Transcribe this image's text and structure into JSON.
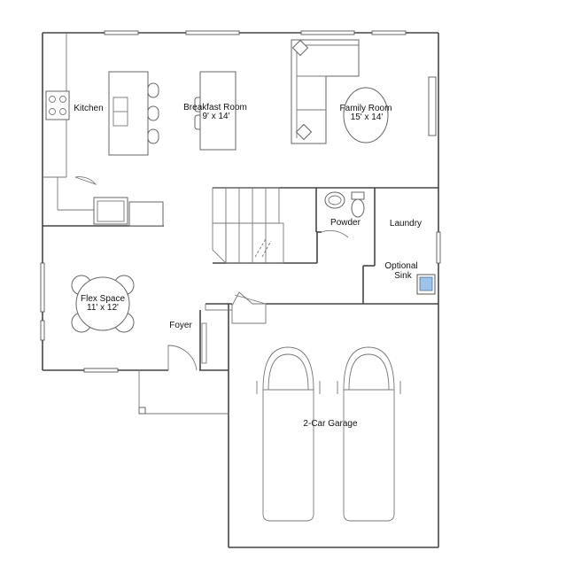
{
  "rooms": {
    "kitchen": {
      "name": "Kitchen"
    },
    "breakfast": {
      "name": "Breakfast Room",
      "dims": "9' x 14'"
    },
    "family": {
      "name": "Family Room",
      "dims": "15' x 14'"
    },
    "powder": {
      "name": "Powder"
    },
    "laundry": {
      "name": "Laundry"
    },
    "optional_sink": {
      "line1": "Optional",
      "line2": "Sink"
    },
    "flex": {
      "name": "Flex Space",
      "dims": "11' x 12'"
    },
    "foyer": {
      "name": "Foyer"
    },
    "garage": {
      "name": "2-Car Garage"
    }
  },
  "colors": {
    "wall": "#444444",
    "sink_fill": "#9ec3e8"
  }
}
